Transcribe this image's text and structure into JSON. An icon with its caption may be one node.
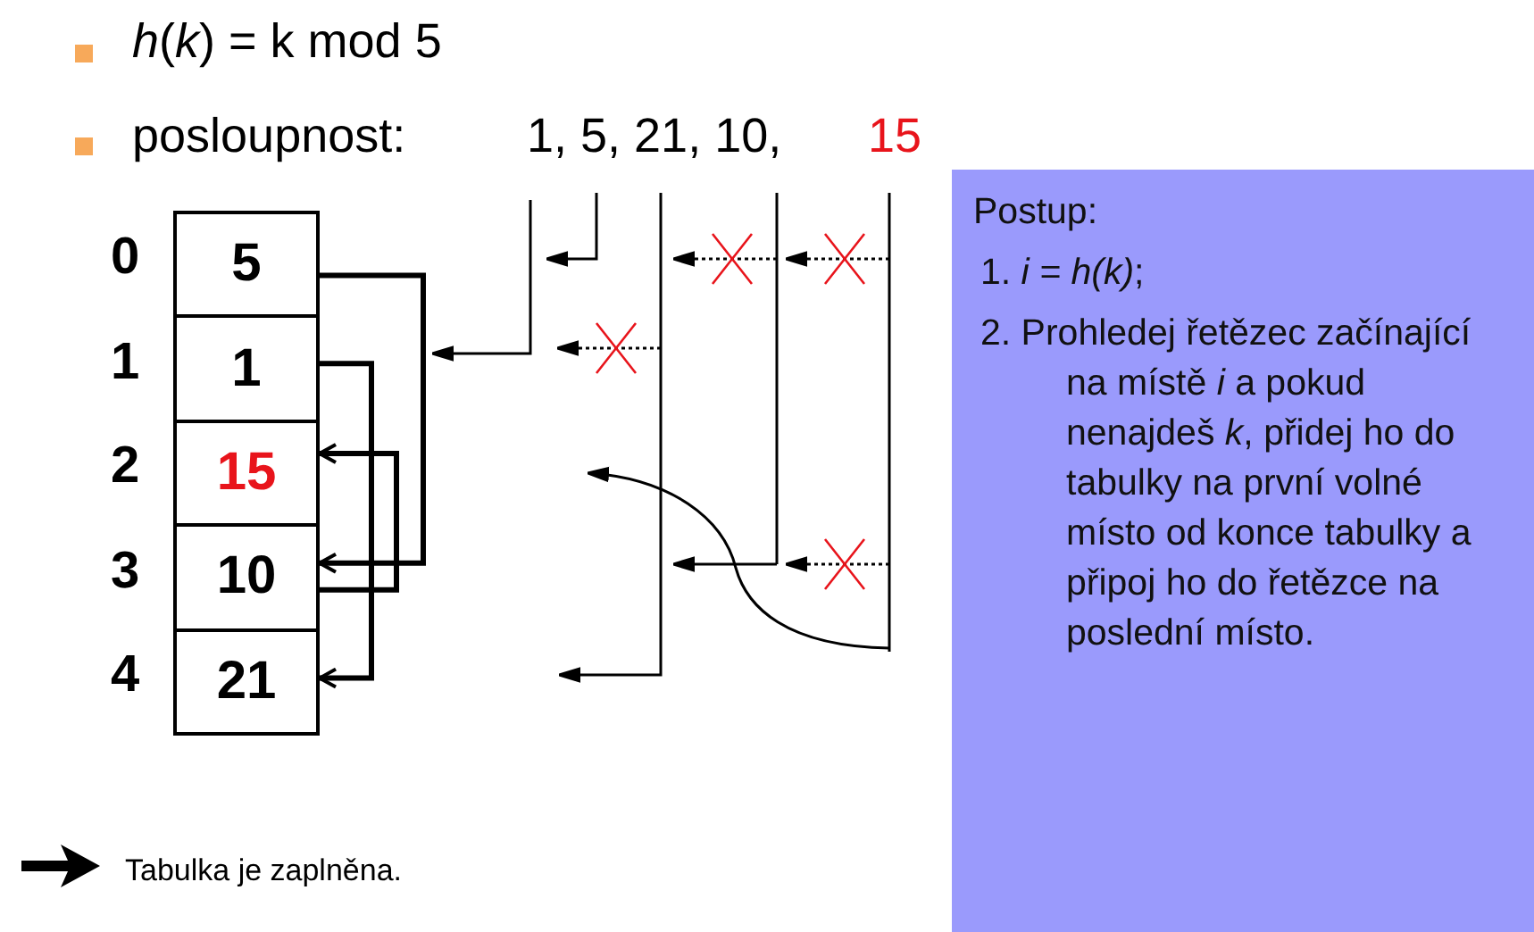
{
  "diagram": {
    "nodes": [
      {
        "text": [
          "5"
        ]
      },
      {
        "text": [
          "1"
        ]
      },
      {
        "text": [
          "15"
        ]
      },
      {
        "text": [
          "10"
        ]
      },
      {
        "text": [
          "21"
        ]
      },
      {
        "text": [
          "Postup:",
          "1. *i = h(k)*;",
          "2. Prohledej řetězec začínající na místě *i* a pokud nenajdeš *k*, přidej ho do tabulky na první volné místo od konce tabulky a připoj ho do řetězce na poslední místo."
        ]
      }
    ],
    "edges": [
      {
        "from": 0,
        "to": 3,
        "arrow": "to"
      },
      {
        "from": 1,
        "to": 4,
        "arrow": "to"
      },
      {
        "from": 3,
        "to": 2,
        "arrow": "to"
      }
    ],
    "labels": [
      "*h*(*k*) = k mod 5",
      "posloupnost:",
      "1, 5, 21, 10,",
      "15",
      "0",
      "1",
      "2",
      "3",
      "4",
      "Tabulka je zaplněna."
    ]
  }
}
